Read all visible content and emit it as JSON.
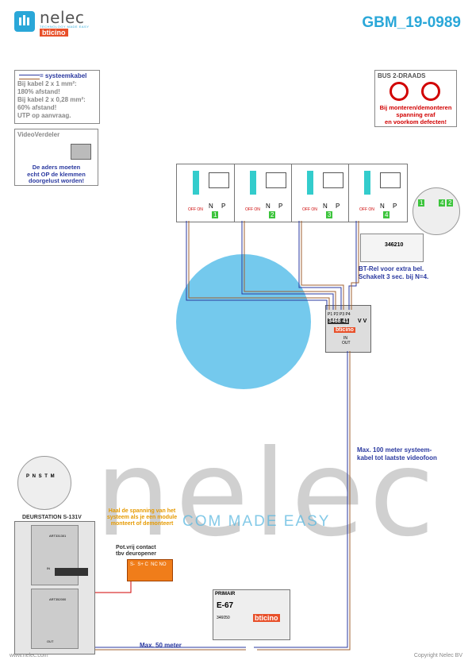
{
  "header": {
    "brand": "nelec",
    "tagline": "TECHNOLOGY MADE EASY",
    "sub_brand": "bticino",
    "doc_code": "GBM_19-0989"
  },
  "legend_box": {
    "title": "= systeemkabel",
    "lines": [
      "Bij kabel 2 x 1 mm²:",
      "180% afstand!",
      "Bij kabel 2 x 0,28 mm²:",
      "60% afstand!",
      "UTP op aanvraag."
    ]
  },
  "video_verdeler": {
    "title": "VideoVerdeler",
    "note": [
      "De aders moeten",
      "echt OP de klemmen",
      "doorgelust worden!"
    ]
  },
  "warning_box": {
    "title": "BUS 2-DRAADS",
    "lines": [
      "Bij monteren/demonteren",
      "spanning eraf",
      "en voorkom defecten!"
    ]
  },
  "monitors": [
    {
      "id": "1",
      "n_label": "N",
      "p_label": "P",
      "off_label": "OFF ON"
    },
    {
      "id": "2",
      "n_label": "N",
      "p_label": "P",
      "off_label": "OFF ON"
    },
    {
      "id": "3",
      "n_label": "N",
      "p_label": "P",
      "off_label": "OFF ON"
    },
    {
      "id": "4",
      "n_label": "N",
      "p_label": "P",
      "off_label": "OFF ON"
    }
  ],
  "relay": {
    "zoom_labels": [
      "1",
      "4",
      "2"
    ],
    "code": "346210",
    "note": [
      "BT-Rel voor extra bel.",
      "Schakelt 3 sec. bij N=4."
    ]
  },
  "distributor": {
    "ports": [
      "P1",
      "P2",
      "P3",
      "P4"
    ],
    "code": "3468 41",
    "vv": "V V",
    "brand": "bticino",
    "in_label": "IN",
    "out_label": "OUT"
  },
  "cable_note": [
    "Max. 100 meter systeem-",
    "kabel tot laatste videofoon"
  ],
  "door_station": {
    "title": "DEURSTATION S-131V",
    "zoom_labels": [
      "P",
      "N",
      "S",
      "T",
      "M"
    ],
    "module_codes": [
      "ART331301",
      "ART352000"
    ],
    "in_label": "IN",
    "out_label": "OUT",
    "warning": [
      "Haal de spanning van het",
      "systeem als je een module",
      "monteert of demonteert"
    ]
  },
  "contact": {
    "title": [
      "Pot.vrij contact",
      "tbv deuropener"
    ],
    "terminals": "S-  S+ C  NC NO"
  },
  "power_supply": {
    "primair": "PRIMAIR",
    "name": "E-67",
    "code": "346050",
    "brand": "bticino"
  },
  "max50": "Max. 50 meter",
  "watermark": {
    "big": "nelec",
    "tagline": "COM MADE EASY"
  },
  "footer": {
    "left": "www.nelec.com",
    "right": "Copyright Nelec BV"
  },
  "colors": {
    "accent": "#2aa7d8",
    "brand_orange": "#e8502a",
    "warning_red": "#d10000",
    "note_blue": "#2b3aa0",
    "terminal_green": "#3cc43c",
    "contact_orange": "#f07d1a"
  }
}
